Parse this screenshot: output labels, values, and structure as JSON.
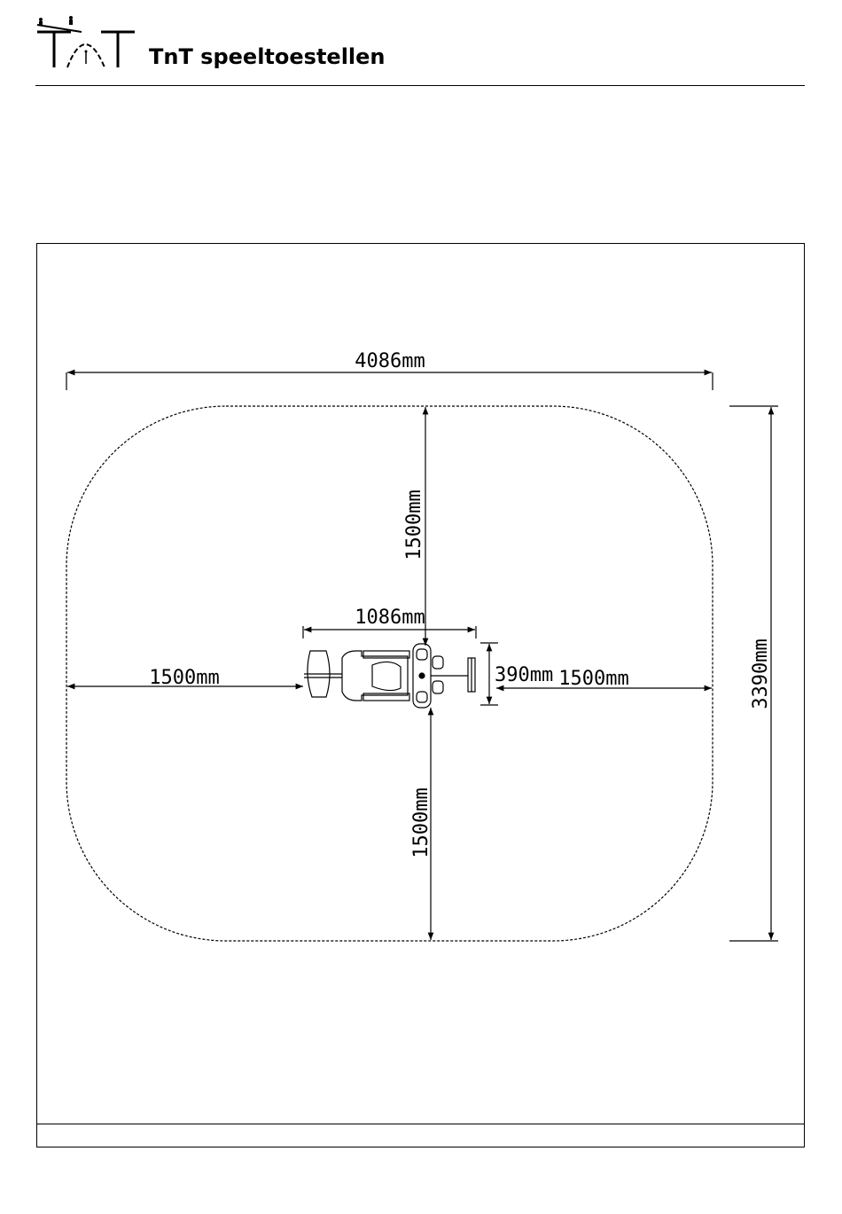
{
  "header": {
    "brand": "TnT speeltoestellen",
    "logo_icon": "tnt-seesaw-logo-icon"
  },
  "drawing": {
    "dimensions": {
      "overall_width": "4086mm",
      "overall_depth": "3390mm",
      "top_clearance": "1500mm",
      "bottom_clearance": "1500mm",
      "left_clearance": "1500mm",
      "right_clearance": "1500mm",
      "equipment_length": "1086mm",
      "equipment_width": "390mm"
    },
    "equipment_icon": "seesaw-top-view-icon"
  }
}
